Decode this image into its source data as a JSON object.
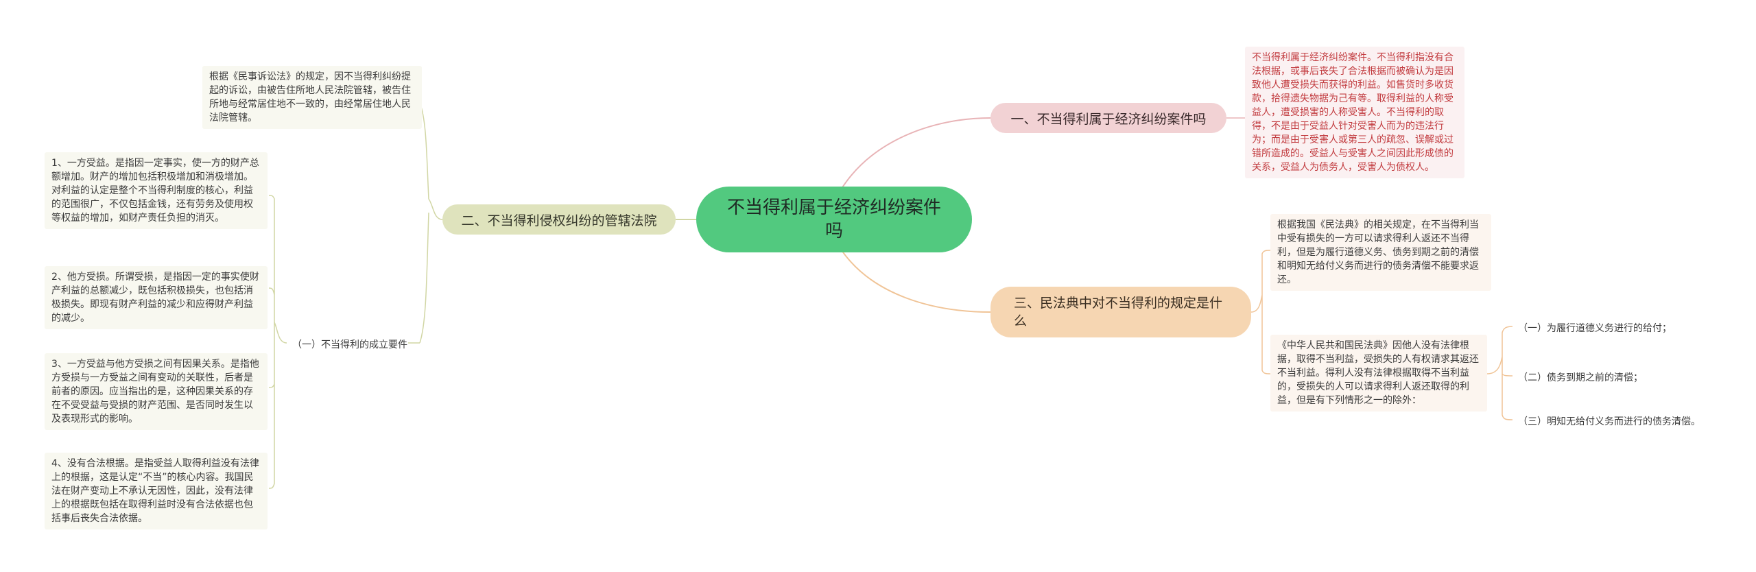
{
  "center": {
    "label": "不当得利属于经济纠纷案件吗"
  },
  "branch1": {
    "label": "一、不当得利属于经济纠纷案件吗",
    "detail": "不当得利属于经济纠纷案件。不当得利指没有合法根据，或事后丧失了合法根据而被确认为是因致他人遭受损失而获得的利益。如售货时多收货款，拾得遗失物据为己有等。取得利益的人称受益人，遭受损害的人称受害人。不当得利的取得，不是由于受益人针对受害人而为的违法行为；而是由于受害人或第三人的疏忽、误解或过错所造成的。受益人与受害人之间因此形成债的关系，受益人为债务人，受害人为债权人。"
  },
  "branch2": {
    "label": "二、不当得利侵权纠纷的管辖法院",
    "detail": "根据《民事诉讼法》的规定，因不当得利纠纷提起的诉讼，由被告住所地人民法院管辖，被告住所地与经常居住地不一致的，由经常居住地人民法院管辖。",
    "sub": {
      "label": "（一）不当得利的成立要件",
      "items": [
        "1、一方受益。是指因一定事实，使一方的财产总额增加。财产的增加包括积极增加和消极增加。对利益的认定是整个不当得利制度的核心，利益的范围很广，不仅包括金钱，还有劳务及使用权等权益的增加，如财产责任负担的消灭。",
        "2、他方受损。所谓受损，是指因一定的事实使财产利益的总额减少，既包括积极损失，也包括消极损失。即现有财产利益的减少和应得财产利益的减少。",
        "3、一方受益与他方受损之间有因果关系。是指他方受损与一方受益之间有变动的关联性，后者是前者的原因。应当指出的是，这种因果关系的存在不受受益与受损的财产范围、是否同时发生以及表现形式的影响。",
        "4、没有合法根据。是指受益人取得利益没有法律上的根据，这是认定“不当”的核心内容。我国民法在财产变动上不承认无因性，因此，没有法律上的根据既包括在取得利益时没有合法依据也包括事后丧失合法依据。"
      ]
    }
  },
  "branch3": {
    "label": "三、民法典中对不当得利的规定是什么",
    "detail1": "根据我国《民法典》的相关规定，在不当得利当中受有损失的一方可以请求得利人返还不当得利，但是为履行道德义务、债务到期之前的清偿和明知无给付义务而进行的债务清偿不能要求返还。",
    "detail2": "《中华人民共和国民法典》因他人没有法律根据，取得不当利益，受损失的人有权请求其返还不当利益。得利人没有法律根据取得不当利益的，受损失的人可以请求得利人返还取得的利益，但是有下列情形之一的除外：",
    "items": [
      "（一）为履行道德义务进行的给付；",
      "（二）债务到期之前的清偿；",
      "（三）明知无给付义务而进行的债务清偿。"
    ]
  },
  "colors": {
    "center": "#52c97f",
    "branch1": "#f2d2d4",
    "branch2": "#dfe3bd",
    "branch3": "#f6d6b2",
    "link1": "#e8b3b6",
    "link2": "#d1d6a4",
    "link3": "#f0c497"
  }
}
